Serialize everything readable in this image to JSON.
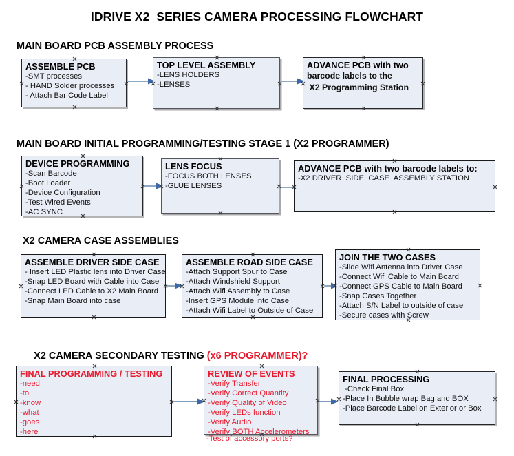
{
  "document": {
    "title": "IDRIVE X2  SERIES CAMERA PROCESSING FLOWCHART",
    "title_color": "#000000",
    "accent_red": "#e8192c",
    "box_fill": "#e9edf6",
    "box_border": "#1a1a1a",
    "arrow_color": "#8fa9c4",
    "arrow_head_color": "#3f68a8"
  },
  "sections": [
    {
      "id": "main-board-pcb-assembly",
      "header": "MAIN BOARD PCB ASSEMBLY PROCESS",
      "header_red": "",
      "boxes": [
        {
          "id": "assemble-pcb",
          "title": "ASSEMBLE PCB",
          "lines": [
            "-SMT processes",
            "- HAND Solder processes",
            "- Attach Bar Code Label"
          ]
        },
        {
          "id": "top-level-assembly",
          "title": "TOP LEVEL ASSEMBLY",
          "lines": [
            "-LENS HOLDERS",
            "-LENSES"
          ]
        },
        {
          "id": "advance-pcb-to-x2-station",
          "title": "ADVANCE PCB with two",
          "lines": [
            "barcode labels to the",
            " X2 Programming Station"
          ]
        }
      ]
    },
    {
      "id": "main-board-initial-programming",
      "header": "MAIN BOARD INITIAL PROGRAMMING/TESTING STAGE 1 (X2 PROGRAMMER)",
      "header_red": "",
      "boxes": [
        {
          "id": "device-programming",
          "title": "DEVICE PROGRAMMING",
          "lines": [
            "-Scan Barcode",
            "-Boot Loader",
            "-Device Configuration",
            "-Test Wired Events",
            "-AC SYNC"
          ]
        },
        {
          "id": "lens-focus",
          "title": "LENS FOCUS",
          "lines": [
            "-FOCUS BOTH LENSES",
            "-GLUE LENSES"
          ]
        },
        {
          "id": "advance-pcb-to-driver-side-station",
          "title": "ADVANCE PCB with two barcode labels to:",
          "lines": [
            "-X2 DRIVER  SIDE  CASE  ASSEMBLY STATION"
          ]
        }
      ]
    },
    {
      "id": "x2-camera-case-assemblies",
      "header": "X2 CAMERA CASE ASSEMBLIES",
      "header_red": "",
      "boxes": [
        {
          "id": "assemble-driver-side-case",
          "title": "ASSEMBLE DRIVER SIDE CASE",
          "lines": [
            "- Insert LED Plastic lens into Driver Case",
            "-Snap LED Board with Cable into Case",
            "-Connect LED Cable to X2 Main Board",
            "-Snap Main Board into case"
          ]
        },
        {
          "id": "assemble-road-side-case",
          "title": "ASSEMBLE ROAD SIDE CASE",
          "lines": [
            "-Attach Support Spur to Case",
            "-Attach Windshield Support",
            "-Attach Wifi Assembly to Case",
            "-Insert GPS Module into Case",
            "-Attach Wifi Label to Outside of Case"
          ]
        },
        {
          "id": "join-the-two-cases",
          "title": "JOIN THE TWO CASES",
          "lines": [
            "-Slide Wifi Antenna into Driver Case",
            "-Connect Wifi Cable to Main Board",
            "-Connect GPS Cable to Main Board",
            "-Snap Cases Together",
            "-Attach S/N Label to outside of case",
            "-Secure cases with Screw"
          ]
        }
      ]
    },
    {
      "id": "x2-camera-secondary-testing",
      "header": "X2 CAMERA SECONDARY TESTING ",
      "header_red": "(x6 PROGRAMMER)?",
      "boxes": [
        {
          "id": "final-programming-testing",
          "title": "FINAL PROGRAMMING / TESTING",
          "lines": [
            "-need",
            "-to",
            "-know",
            "-what",
            "-goes",
            "-here"
          ]
        },
        {
          "id": "review-of-events",
          "title": "REVIEW OF EVENTS",
          "lines": [
            "-Verify Transfer",
            "-Verify Correct Quantity",
            "-Verify Quality of Video",
            "-Verify LEDs function",
            "-Verify Audio",
            "-Verify BOTH Accelerometers"
          ],
          "overflow_line": "-Test of accessory ports?"
        },
        {
          "id": "final-processing",
          "title": "FINAL PROCESSING",
          "lines": [
            " -Check Final Box",
            "-Place In Bubble wrap Bag and BOX",
            "-Place Barcode Label on Exterior or Box"
          ]
        }
      ]
    }
  ]
}
